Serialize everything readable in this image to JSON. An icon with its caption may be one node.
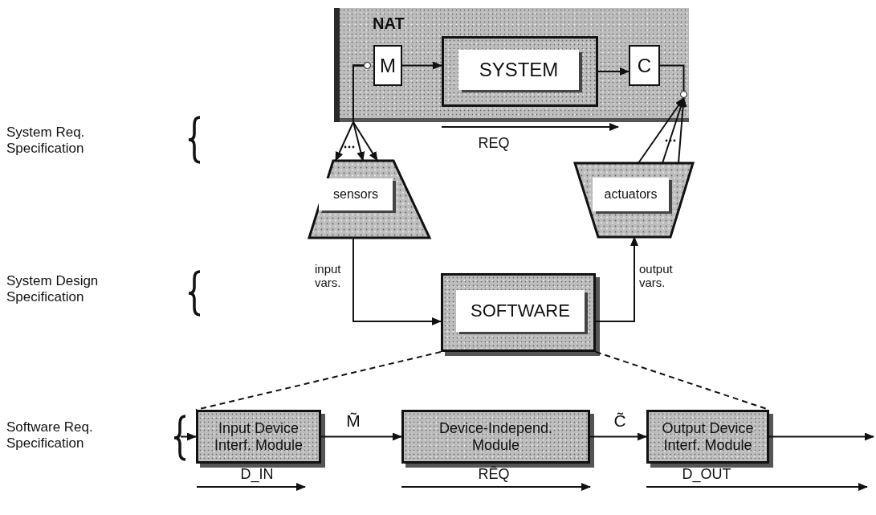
{
  "diagram": {
    "nodes": [
      {
        "text": [
          "NAT"
        ]
      },
      {
        "text": [
          "M"
        ],
        "in": 0
      },
      {
        "text": [
          "SYSTEM"
        ],
        "in": 0
      },
      {
        "text": [
          "C"
        ],
        "in": 0
      },
      {
        "text": [
          "sensors"
        ]
      },
      {
        "text": [
          "actuators"
        ]
      },
      {
        "text": [
          "SOFTWARE"
        ]
      },
      {
        "text": [
          "Input Device Interf. Module"
        ]
      },
      {
        "text": [
          "Device-Independ. Module"
        ]
      },
      {
        "text": [
          "Output Device Interf. Module"
        ]
      },
      {
        "text": [],
        "shape": "circle",
        "in": 0
      },
      {
        "text": [],
        "shape": "circle",
        "in": 0
      }
    ],
    "edges": [
      {
        "from": 1,
        "to": 2,
        "arrow": "to"
      },
      {
        "from": 2,
        "to": 3,
        "arrow": "to"
      },
      {
        "from": 10,
        "to": 4,
        "arrow": "to"
      },
      {
        "from": 10,
        "to": 4,
        "arrow": "to"
      },
      {
        "from": 10,
        "to": 4,
        "arrow": "to"
      },
      {
        "from": 5,
        "to": 11,
        "arrow": "to"
      },
      {
        "from": 5,
        "to": 11,
        "arrow": "to"
      },
      {
        "from": 5,
        "to": 11,
        "arrow": "to"
      },
      {
        "from": 4,
        "to": 6,
        "arrow": "to",
        "label": "input vars."
      },
      {
        "from": 6,
        "to": 5,
        "arrow": "to",
        "label": "output vars."
      },
      {
        "from": 6,
        "to": 7,
        "arrow": "none",
        "style": "dashed"
      },
      {
        "from": 6,
        "to": 9,
        "arrow": "none",
        "style": "dashed"
      },
      {
        "from": null,
        "to": 7,
        "arrow": "to"
      },
      {
        "from": 7,
        "to": 8,
        "arrow": "to",
        "label": "M̃"
      },
      {
        "from": 8,
        "to": 9,
        "arrow": "to",
        "label": "C̃"
      },
      {
        "from": 9,
        "to": null,
        "arrow": "to"
      },
      {
        "from": 11,
        "to": 3,
        "arrow": "none"
      }
    ],
    "labels": [
      "System Req. Specification",
      "REQ",
      "System Design Specification",
      "Software Req. Specification",
      "D_IN",
      "RẼQ",
      "D_OUT"
    ]
  }
}
